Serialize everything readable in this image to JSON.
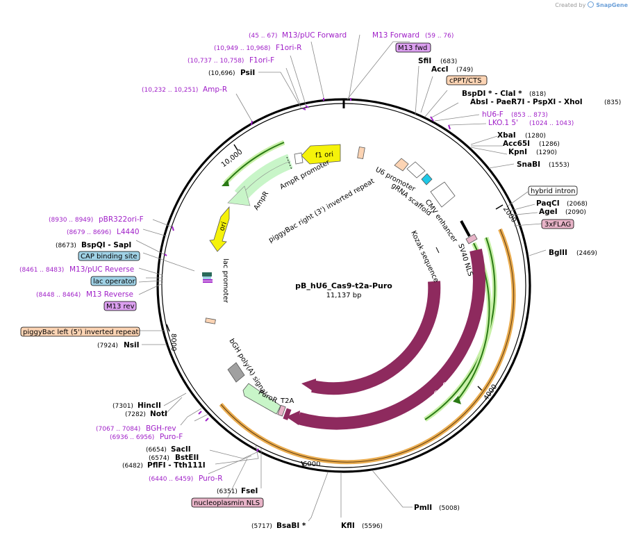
{
  "credit": {
    "prefix": "Created by",
    "brand": "SnapGene"
  },
  "plasmid": {
    "name": "pB_hU6_Cas9-t2a-Puro",
    "length": "11,137 bp"
  },
  "ticks": [
    "2000",
    "4000",
    "6000",
    "8000",
    "10,000"
  ],
  "enzymes": [
    {
      "name": "SfiI",
      "pos": "(683)"
    },
    {
      "name": "AccI",
      "pos": "(749)"
    },
    {
      "name": "BspDI * - ClaI *",
      "pos": "(818)"
    },
    {
      "name": "AbsI - PaeR7I - PspXI - XhoI",
      "pos": "(835)"
    },
    {
      "name": "XbaI",
      "pos": "(1280)"
    },
    {
      "name": "Acc65I",
      "pos": "(1286)"
    },
    {
      "name": "KpnI",
      "pos": "(1290)"
    },
    {
      "name": "SnaBI",
      "pos": "(1553)"
    },
    {
      "name": "PaqCI",
      "pos": "(2068)"
    },
    {
      "name": "AgeI",
      "pos": "(2090)"
    },
    {
      "name": "BglII",
      "pos": "(2469)"
    },
    {
      "name": "PmlI",
      "pos": "(5008)"
    },
    {
      "name": "KflI",
      "pos": "(5596)"
    },
    {
      "name": "BsaBI *",
      "pos": "(5717)"
    },
    {
      "name": "FseI",
      "pos": "(6351)"
    },
    {
      "name": "PflFI - Tth111I",
      "pos": "(6482)"
    },
    {
      "name": "BstEII",
      "pos": "(6574)"
    },
    {
      "name": "SacII",
      "pos": "(6654)"
    },
    {
      "name": "NotI",
      "pos": "(7282)"
    },
    {
      "name": "HincII",
      "pos": "(7301)"
    },
    {
      "name": "NsiI",
      "pos": "(7924)"
    },
    {
      "name": "BspQI - SapI",
      "pos": "(8673)"
    },
    {
      "name": "PsiI",
      "pos": "(10,696)"
    }
  ],
  "primers": [
    {
      "name": "M13/pUC Forward",
      "pos": "(45 .. 67)"
    },
    {
      "name": "M13 Forward",
      "pos": "(59 .. 76)"
    },
    {
      "name": "F1ori-R",
      "pos": "(10,949 .. 10,968)"
    },
    {
      "name": "F1ori-F",
      "pos": "(10,737 .. 10,758)"
    },
    {
      "name": "Amp-R",
      "pos": "(10,232 .. 10,251)"
    },
    {
      "name": "hU6-F",
      "pos": "(853 .. 873)"
    },
    {
      "name": "LKO.1 5'",
      "pos": "(1024 .. 1043)"
    },
    {
      "name": "pBR322ori-F",
      "pos": "(8930 .. 8949)"
    },
    {
      "name": "L4440",
      "pos": "(8679 .. 8696)"
    },
    {
      "name": "M13/pUC Reverse",
      "pos": "(8461 .. 8483)"
    },
    {
      "name": "M13 Reverse",
      "pos": "(8448 .. 8464)"
    },
    {
      "name": "BGH-rev",
      "pos": "(7067 .. 7084)"
    },
    {
      "name": "Puro-F",
      "pos": "(6936 .. 6956)"
    },
    {
      "name": "Puro-R",
      "pos": "(6440 .. 6459)"
    }
  ],
  "boxes": {
    "m13fwd": "M13 fwd",
    "cppt": "cPPT/CTS",
    "hybrid": "hybrid intron",
    "flag": "3xFLAG",
    "cap": "CAP binding site",
    "lacop": "lac operator",
    "m13rev": "M13 rev",
    "pbleft": "piggyBac left (5') inverted repeat",
    "nls": "nucleoplasmin NLS"
  },
  "features": {
    "f1ori": "f1 ori",
    "pbright": "piggyBac right (3') inverted repeat",
    "ampr": "AmpR",
    "amprprom": "AmpR promoter",
    "ori": "ori",
    "lacprom": "lac promoter",
    "u6prom": "U6 promoter",
    "grna": "gRNA scaffold",
    "cmv": "CMV enhancer",
    "sv40": "SV40 NLS",
    "kozak": "Kozak sequence",
    "cas9a": "Cas9",
    "cas9b": "Cas9",
    "bgh": "bGH poly(A) signal",
    "puror": "PuroR",
    "t2a": "T2A"
  },
  "colors": {
    "backbone": "#000000",
    "primer": "#a020c8",
    "cas9": "#8e2a5e",
    "green": "#3c8c1e",
    "orange": "#e8a33c",
    "yellow": "#f5f20a",
    "lightgreen": "#c8f5c8",
    "peach": "#fcd4b4",
    "pink": "#e8b4c8",
    "lightblue": "#a0d2e6",
    "lavender": "#dca0f0",
    "cyan": "#1ec8e6",
    "gray": "#a0a0a0"
  }
}
